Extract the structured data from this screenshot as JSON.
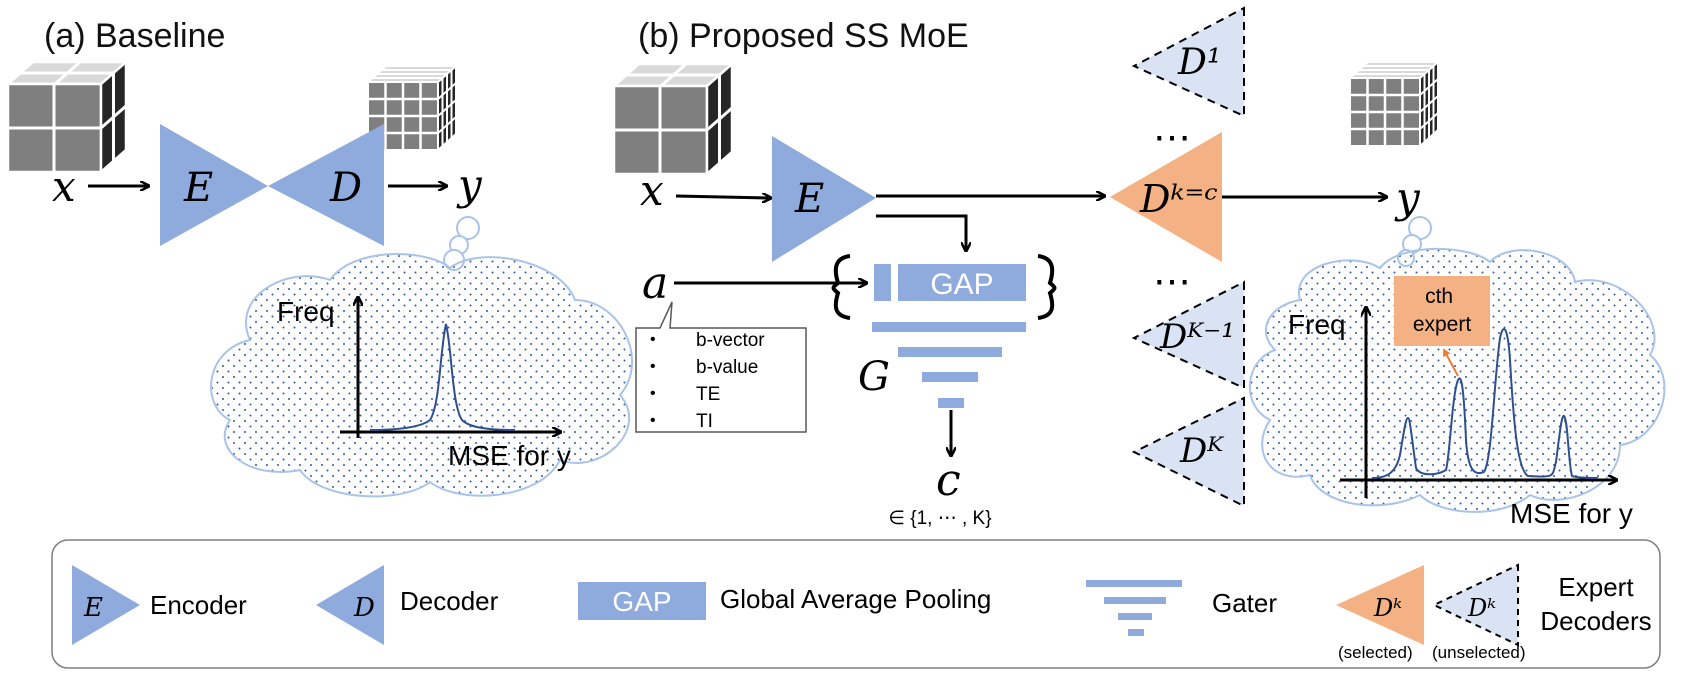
{
  "panel_a": {
    "title": "(a) Baseline",
    "input": "x",
    "encoder": "E",
    "decoder": "D",
    "output": "y",
    "plot_ylabel": "Freq",
    "plot_xlabel": "MSE for y"
  },
  "panel_b": {
    "title": "(b) Proposed SS MoE",
    "input": "x",
    "encoder": "E",
    "aux_input": "a",
    "callout_items": [
      "b-vector",
      "b-value",
      "TE",
      "TI"
    ],
    "gap": "GAP",
    "gater": "G",
    "choice": "c",
    "choice_set": "∈ {1, ⋯ , K}",
    "decoders": {
      "first": "D¹",
      "selected": "Dᵏ⁼ᶜ",
      "second_last": "Dᴷ⁻¹",
      "last": "Dᴷ",
      "ellipsis": "⋯"
    },
    "output": "y",
    "expert_note": "cth expert",
    "plot_ylabel": "Freq",
    "plot_xlabel": "MSE for y"
  },
  "legend": {
    "encoder_symbol": "E",
    "encoder_label": "Encoder",
    "decoder_symbol": "D",
    "decoder_label": "Decoder",
    "gap_symbol": "GAP",
    "gap_label": "Global Average Pooling",
    "gater_label": "Gater",
    "expert_symbol": "Dᵏ",
    "expert_label_1": "Expert",
    "expert_label_2": "Decoders",
    "selected": "(selected)",
    "unselected": "(unselected)"
  },
  "colors": {
    "blue": "#8faadc",
    "orange": "#f4b183",
    "cloud_line": "#a9c4e8",
    "dot": "#2e5aa8",
    "curve": "#2f4f8f",
    "dark": "#262626",
    "light": "#bdbdbd"
  }
}
